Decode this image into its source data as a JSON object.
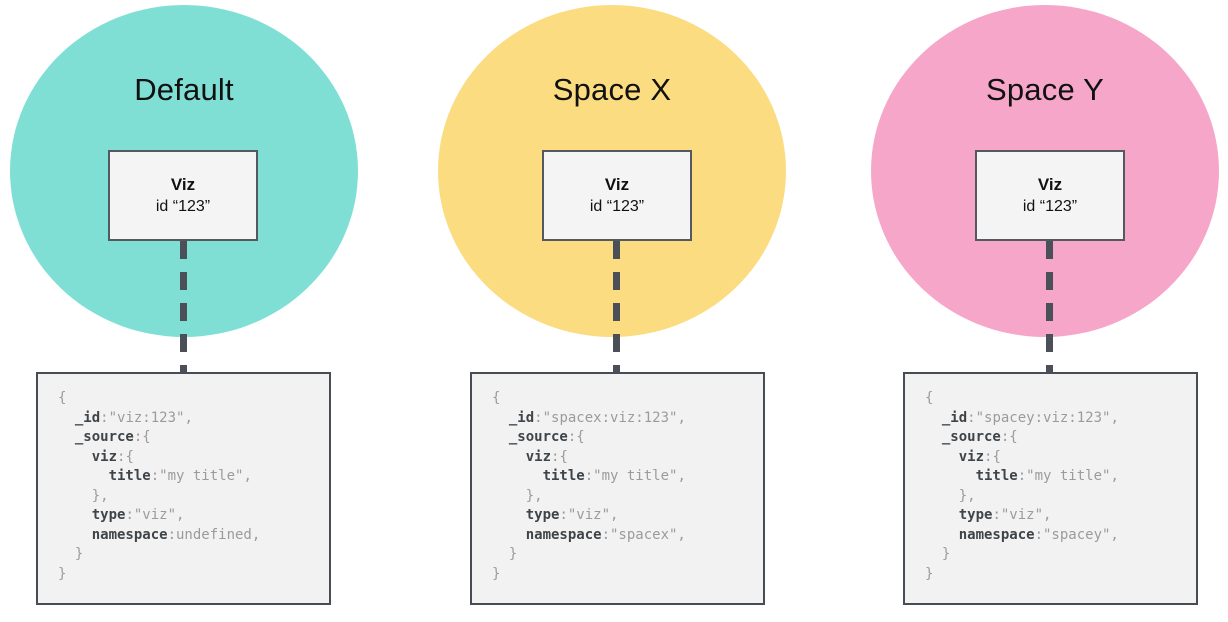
{
  "diagram": {
    "description": "Three saved-object spaces diagram",
    "columns": [
      {
        "title": "Default",
        "circle_color": "#80dfd5",
        "viz_box": {
          "name": "Viz",
          "id_text": "id “123”"
        },
        "code_lines": [
          [
            [
              "v",
              "{"
            ]
          ],
          [
            [
              "v",
              "  "
            ],
            [
              "k",
              "_id"
            ],
            [
              "v",
              ":\"viz:123\","
            ]
          ],
          [
            [
              "v",
              "  "
            ],
            [
              "k",
              "_source"
            ],
            [
              "v",
              ":{"
            ]
          ],
          [
            [
              "v",
              "    "
            ],
            [
              "k",
              "viz"
            ],
            [
              "v",
              ":{"
            ]
          ],
          [
            [
              "v",
              "      "
            ],
            [
              "k",
              "title"
            ],
            [
              "v",
              ":\"my title\","
            ]
          ],
          [
            [
              "v",
              "    },"
            ]
          ],
          [
            [
              "v",
              "    "
            ],
            [
              "k",
              "type"
            ],
            [
              "v",
              ":\"viz\","
            ]
          ],
          [
            [
              "v",
              "    "
            ],
            [
              "k",
              "namespace"
            ],
            [
              "v",
              ":undefined,"
            ]
          ],
          [
            [
              "v",
              "  }"
            ]
          ],
          [
            [
              "v",
              "}"
            ]
          ]
        ]
      },
      {
        "title": "Space X",
        "circle_color": "#fbdc80",
        "viz_box": {
          "name": "Viz",
          "id_text": "id “123”"
        },
        "code_lines": [
          [
            [
              "v",
              "{"
            ]
          ],
          [
            [
              "v",
              "  "
            ],
            [
              "k",
              "_id"
            ],
            [
              "v",
              ":\"spacex:viz:123\","
            ]
          ],
          [
            [
              "v",
              "  "
            ],
            [
              "k",
              "_source"
            ],
            [
              "v",
              ":{"
            ]
          ],
          [
            [
              "v",
              "    "
            ],
            [
              "k",
              "viz"
            ],
            [
              "v",
              ":{"
            ]
          ],
          [
            [
              "v",
              "      "
            ],
            [
              "k",
              "title"
            ],
            [
              "v",
              ":\"my title\","
            ]
          ],
          [
            [
              "v",
              "    },"
            ]
          ],
          [
            [
              "v",
              "    "
            ],
            [
              "k",
              "type"
            ],
            [
              "v",
              ":\"viz\","
            ]
          ],
          [
            [
              "v",
              "    "
            ],
            [
              "k",
              "namespace"
            ],
            [
              "v",
              ":\"spacex\","
            ]
          ],
          [
            [
              "v",
              "  }"
            ]
          ],
          [
            [
              "v",
              "}"
            ]
          ]
        ]
      },
      {
        "title": "Space Y",
        "circle_color": "#f6a6c9",
        "viz_box": {
          "name": "Viz",
          "id_text": "id “123”"
        },
        "code_lines": [
          [
            [
              "v",
              "{"
            ]
          ],
          [
            [
              "v",
              "  "
            ],
            [
              "k",
              "_id"
            ],
            [
              "v",
              ":\"spacey:viz:123\","
            ]
          ],
          [
            [
              "v",
              "  "
            ],
            [
              "k",
              "_source"
            ],
            [
              "v",
              ":{"
            ]
          ],
          [
            [
              "v",
              "    "
            ],
            [
              "k",
              "viz"
            ],
            [
              "v",
              ":{"
            ]
          ],
          [
            [
              "v",
              "      "
            ],
            [
              "k",
              "title"
            ],
            [
              "v",
              ":\"my title\","
            ]
          ],
          [
            [
              "v",
              "    },"
            ]
          ],
          [
            [
              "v",
              "    "
            ],
            [
              "k",
              "type"
            ],
            [
              "v",
              ":\"viz\","
            ]
          ],
          [
            [
              "v",
              "    "
            ],
            [
              "k",
              "namespace"
            ],
            [
              "v",
              ":\"spacey\","
            ]
          ],
          [
            [
              "v",
              "  }"
            ]
          ],
          [
            [
              "v",
              "}"
            ]
          ]
        ]
      }
    ],
    "colors": {
      "viz_box_bg": "#f4f4f4",
      "viz_box_border": "#54595f",
      "code_box_bg": "#f2f2f2",
      "code_box_border": "#474c55",
      "connector": "#4a4f58",
      "code_key": "#3f4449",
      "code_value": "#9b9b9b"
    }
  }
}
